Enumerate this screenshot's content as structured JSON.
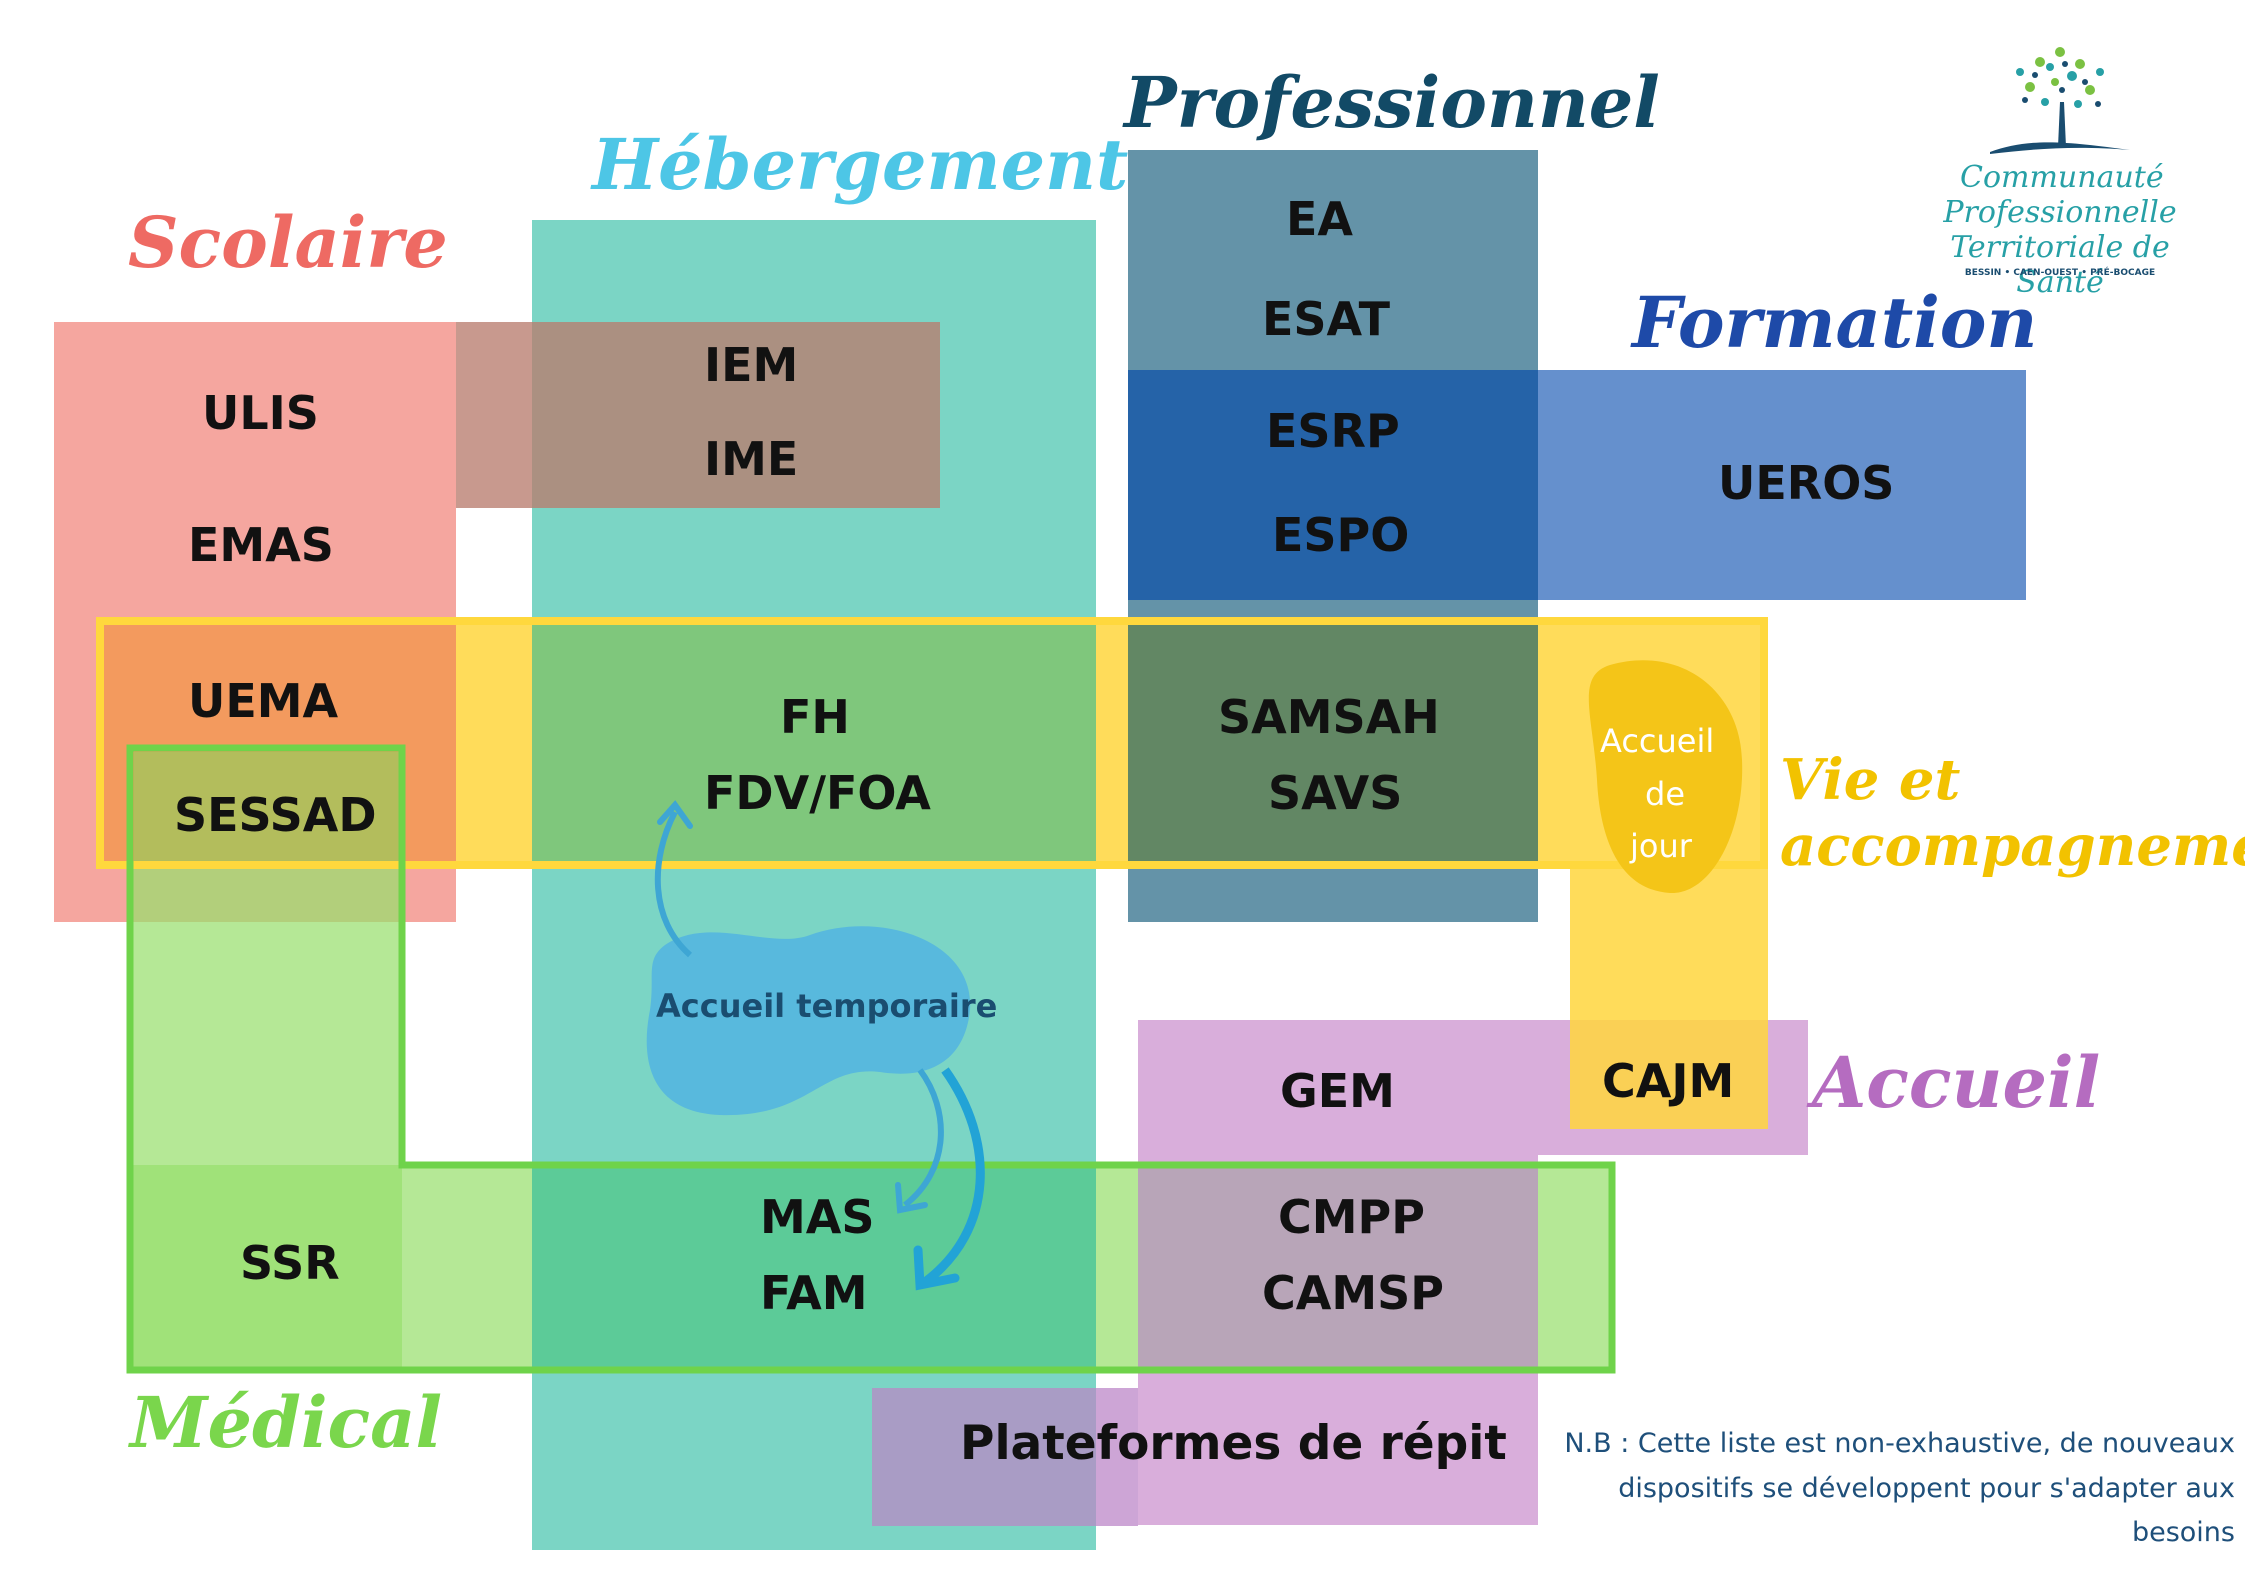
{
  "categories": {
    "scolaire": "Scolaire",
    "hebergement": "Hébergement",
    "professionnel": "Professionnel",
    "formation": "Formation",
    "vie": "Vie et",
    "vie2": "accompagnement",
    "accueil": "Accueil",
    "medical": "Médical"
  },
  "items": {
    "ulis": "ULIS",
    "emas": "EMAS",
    "uema": "UEMA",
    "sessad": "SESSAD",
    "iem": "IEM",
    "ime": "IME",
    "fh": "FH",
    "fdv": "FDV/FOA",
    "ea": "EA",
    "esat": "ESAT",
    "esrp": "ESRP",
    "espo": "ESPO",
    "ueros": "UEROS",
    "samsah": "SAMSAH",
    "savs": "SAVS",
    "accueil_jour_1": "Accueil",
    "accueil_jour_2": "de",
    "accueil_jour_3": "jour",
    "cajm": "CAJM",
    "gem": "GEM",
    "cmpp": "CMPP",
    "camsp": "CAMSP",
    "mas": "MAS",
    "fam": "FAM",
    "ssr": "SSR",
    "repit": "Plateformes de répit",
    "accueil_temporaire": "Accueil temporaire"
  },
  "logo": {
    "line1": "Communauté",
    "line2": "Professionnelle",
    "line3": "Territoriale de Santé",
    "subtitle": "BESSIN • CAEN-OUEST • PRÉ-BOCAGE"
  },
  "note": {
    "line1": "N.B : Cette liste est non-exhaustive, de nouveaux",
    "line2": "dispositifs se développent pour s'adapter aux",
    "line3": "besoins"
  },
  "colors": {
    "scolaire": "#ee6a63",
    "hebergement": "#4dc6e6",
    "professionnel": "#124a66",
    "formation": "#1e4aa8",
    "vie": "#f2c200",
    "accueil": "#b56cc0",
    "medical": "#7ad64c",
    "note": "#1e4f7a"
  }
}
